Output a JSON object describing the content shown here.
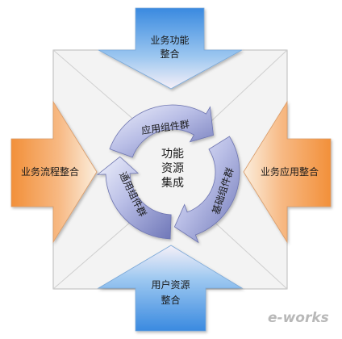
{
  "arrows": {
    "top": {
      "line1": "业务功能",
      "line2": "整合"
    },
    "left": {
      "label": "业务流程整合"
    },
    "right": {
      "label": "业务应用整合"
    },
    "bottom": {
      "line1": "用户资源",
      "line2": "整合"
    }
  },
  "cycle": {
    "center_lines": [
      "功能",
      "资源",
      "集成"
    ],
    "segments": [
      "应用组件群",
      "基础组件群",
      "通用组件群"
    ]
  },
  "watermark": {
    "text": "e-works"
  },
  "colors": {
    "top_arrow": "#3f8ee0",
    "bottom_arrow": "#3f8ee0",
    "side_arrow": "#f39a4a",
    "cycle_arrow": "#8f96cc",
    "square_fill": "#f3f3f3",
    "square_border": "#b9b9b9"
  }
}
